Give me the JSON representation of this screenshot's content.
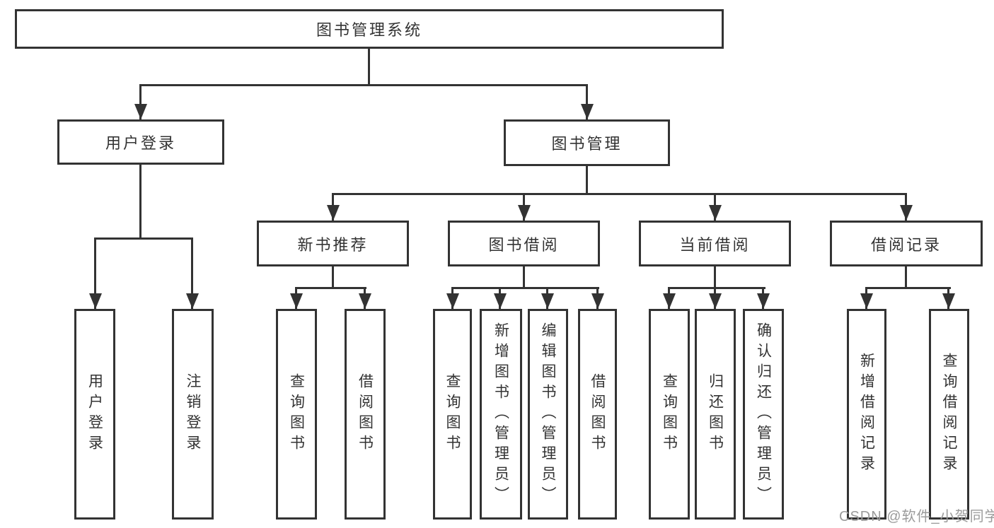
{
  "tree": {
    "root": {
      "label": "图书管理系统"
    },
    "branches": [
      {
        "label": "用户登录",
        "children": [
          {
            "label": "用户登录"
          },
          {
            "label": "注销登录"
          }
        ]
      },
      {
        "label": "图书管理",
        "sections": [
          {
            "label": "新书推荐",
            "children": [
              {
                "label": "查询图书"
              },
              {
                "label": "借阅图书"
              }
            ]
          },
          {
            "label": "图书借阅",
            "children": [
              {
                "label": "查询图书"
              },
              {
                "label": "新增图书（管理员）"
              },
              {
                "label": "编辑图书（管理员）"
              },
              {
                "label": "借阅图书"
              }
            ]
          },
          {
            "label": "当前借阅",
            "children": [
              {
                "label": "查询图书"
              },
              {
                "label": "归还图书"
              },
              {
                "label": "确认归还（管理员）"
              }
            ]
          },
          {
            "label": "借阅记录",
            "children": [
              {
                "label": "新增借阅记录"
              },
              {
                "label": "查询借阅记录"
              }
            ]
          }
        ]
      }
    ]
  },
  "watermark": {
    "text": "CSDN @软件_小贺同学"
  },
  "colors": {
    "line": "#333333",
    "box-border": "#333333",
    "box-fill": "#ffffff",
    "text": "#333333",
    "watermark": "#9b9b9b",
    "background": "#ffffff"
  }
}
